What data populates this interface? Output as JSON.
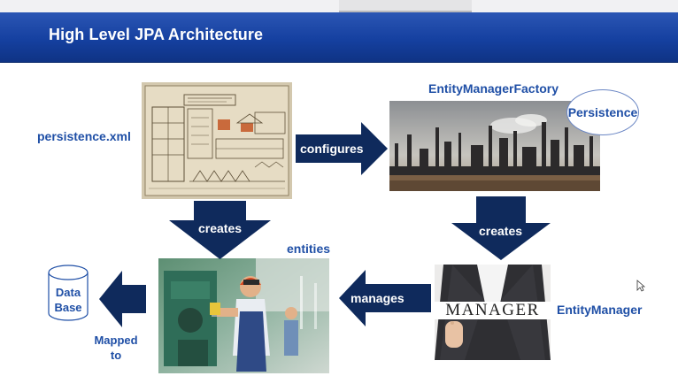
{
  "title": "High Level JPA Architecture",
  "labels": {
    "persistence_xml": "persistence.xml",
    "emf": "EntityManagerFactory",
    "persistence": "Persistence",
    "entities": "entities",
    "entity_manager": "EntityManager",
    "database_line1": "Data",
    "database_line2": "Base",
    "mapped_line1": "Mapped",
    "mapped_line2": "to"
  },
  "arrows": {
    "configures": "configures",
    "creates_left": "creates",
    "creates_right": "creates",
    "manages": "manages"
  },
  "images": {
    "manager_sign": "MANAGER"
  },
  "colors": {
    "title_bar": "#1a47a8",
    "arrow_fill": "#0f2a5c",
    "label_blue": "#1f4fa6"
  }
}
